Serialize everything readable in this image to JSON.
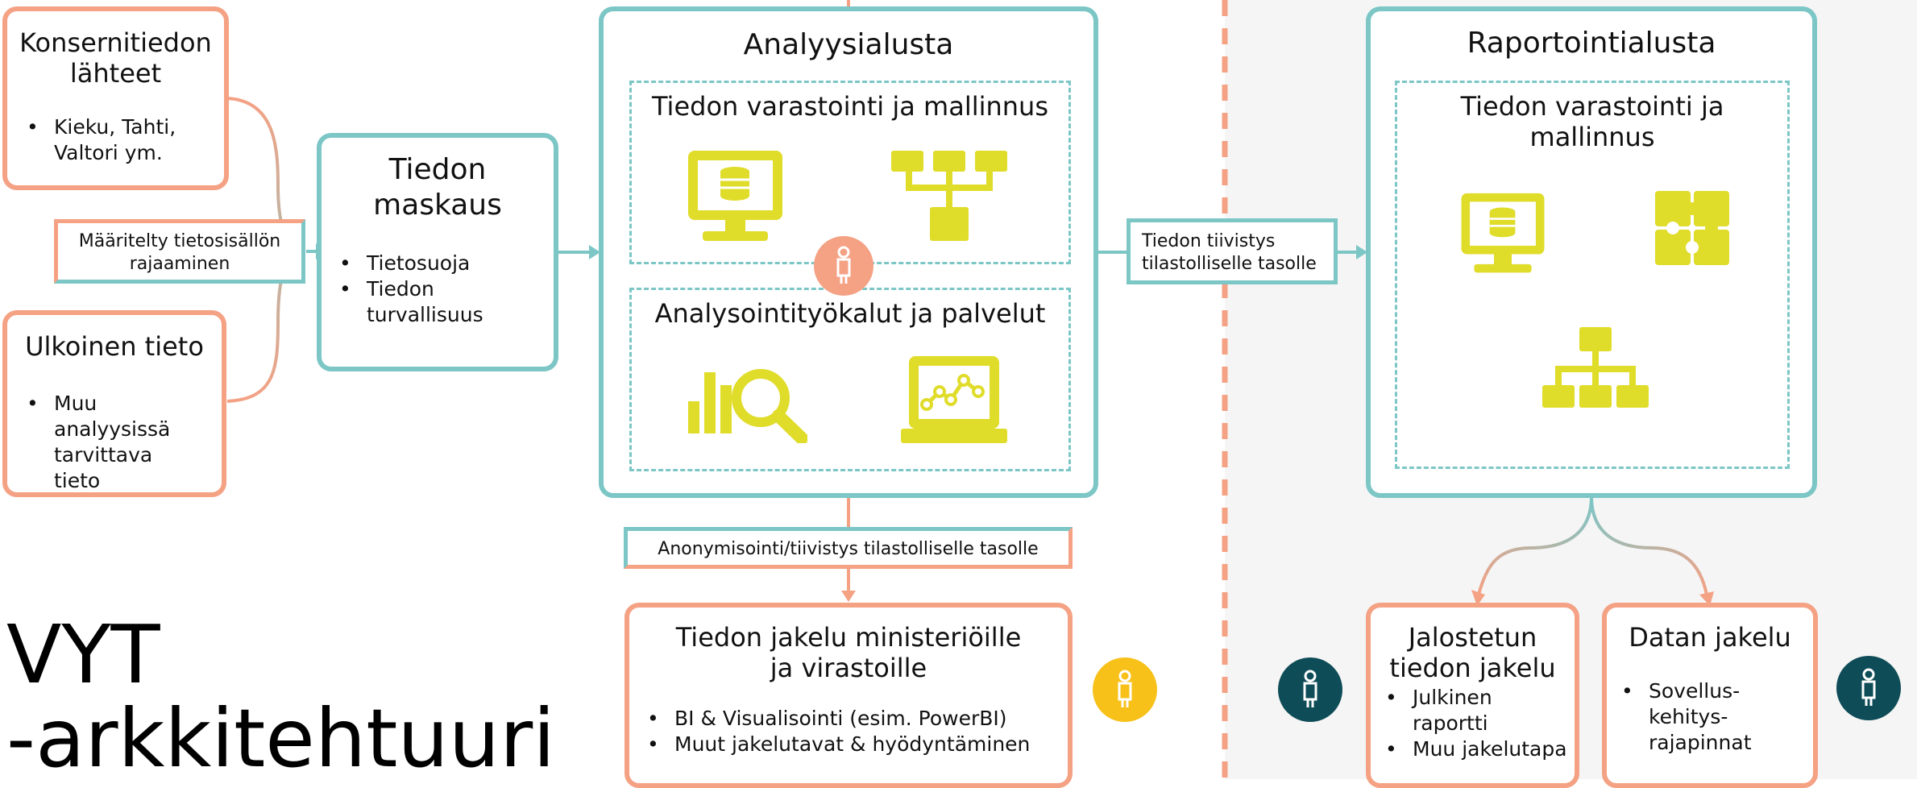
{
  "colors": {
    "coral": "#f4a184",
    "teal": "#7cc6c6",
    "lime": "#e0dc2a",
    "dark_teal": "#0e4c58",
    "yellow": "#f7c11a",
    "grey_bg": "#f5f5f5"
  },
  "sources": {
    "internal": {
      "title": "Konsernitiedon lähteet",
      "items": [
        "Kieku, Tahti, Valtori ym."
      ]
    },
    "external": {
      "title": "Ulkoinen tieto",
      "items": [
        "Muu analyysissä tarvittava tieto"
      ]
    },
    "scope_label": "Määritelty tietosisällön rajaaminen"
  },
  "masking": {
    "title": "Tiedon maskaus",
    "items": [
      "Tietosuoja",
      "Tiedon turvallisuus"
    ]
  },
  "analysis": {
    "title": "Analyysialusta",
    "storage": {
      "title": "Tiedon varastointi ja mallinnus",
      "icons": [
        "database-monitor-icon",
        "flow-hierarchy-icon"
      ]
    },
    "tools": {
      "title": "Analysointityökalut ja palvelut",
      "icons": [
        "chart-search-icon",
        "laptop-chart-icon"
      ]
    },
    "person_icon": "person-icon"
  },
  "aggregation_label": "Tiedon tiivistys tilastolliselle tasolle",
  "anonymization_label": "Anonymisointi/tiivistys tilastolliselle tasolle",
  "distribution": {
    "title": "Tiedon jakelu ministeriöille ja virastoille",
    "items": [
      "BI & Visualisointi (esim. PowerBI)",
      "Muut jakelutavat & hyödyntäminen"
    ],
    "person_icon": "person-icon"
  },
  "reporting": {
    "title": "Raportointialusta",
    "storage": {
      "title": "Tiedon varastointi ja mallinnus",
      "icons": [
        "database-monitor-icon",
        "puzzle-icon",
        "org-chart-icon"
      ]
    }
  },
  "refined": {
    "title": "Jalostetun tiedon jakelu",
    "items": [
      "Julkinen raportti",
      "Muu jakelutapa"
    ]
  },
  "data_dist": {
    "title": "Datan jakelu",
    "items": [
      "Sovellus-kehitys-rajapinnat"
    ]
  },
  "page_title": {
    "line1": "VYT",
    "line2": "-arkkitehtuuri"
  },
  "bullet": "•"
}
